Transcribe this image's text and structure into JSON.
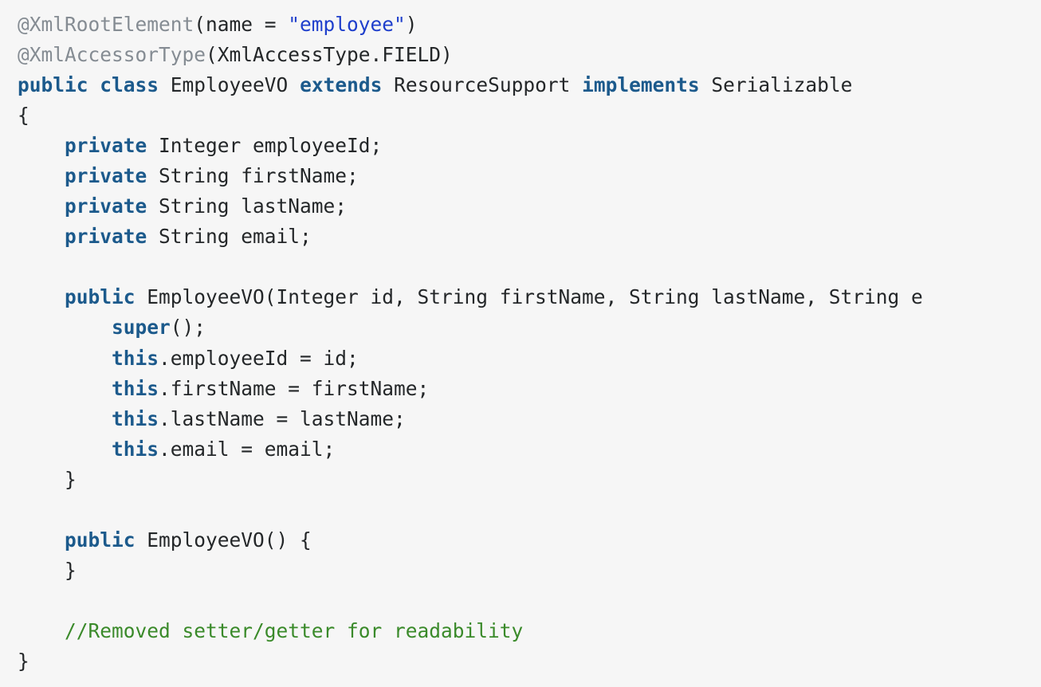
{
  "code": {
    "language": "java",
    "lines": [
      [
        {
          "t": "@XmlRootElement",
          "k": "ann"
        },
        {
          "t": "(name = ",
          "k": "plain"
        },
        {
          "t": "\"employee\"",
          "k": "str"
        },
        {
          "t": ")",
          "k": "plain"
        }
      ],
      [
        {
          "t": "@XmlAccessorType",
          "k": "ann"
        },
        {
          "t": "(XmlAccessType.FIELD)",
          "k": "plain"
        }
      ],
      [
        {
          "t": "public",
          "k": "kw"
        },
        {
          "t": " ",
          "k": "plain"
        },
        {
          "t": "class",
          "k": "kw"
        },
        {
          "t": " EmployeeVO ",
          "k": "plain"
        },
        {
          "t": "extends",
          "k": "kw"
        },
        {
          "t": " ResourceSupport ",
          "k": "plain"
        },
        {
          "t": "implements",
          "k": "kw"
        },
        {
          "t": " Serializable",
          "k": "plain"
        }
      ],
      [
        {
          "t": "{",
          "k": "plain"
        }
      ],
      [
        {
          "t": "    ",
          "k": "plain"
        },
        {
          "t": "private",
          "k": "kw"
        },
        {
          "t": " Integer employeeId;",
          "k": "plain"
        }
      ],
      [
        {
          "t": "    ",
          "k": "plain"
        },
        {
          "t": "private",
          "k": "kw"
        },
        {
          "t": " String firstName;",
          "k": "plain"
        }
      ],
      [
        {
          "t": "    ",
          "k": "plain"
        },
        {
          "t": "private",
          "k": "kw"
        },
        {
          "t": " String lastName;",
          "k": "plain"
        }
      ],
      [
        {
          "t": "    ",
          "k": "plain"
        },
        {
          "t": "private",
          "k": "kw"
        },
        {
          "t": " String email;",
          "k": "plain"
        }
      ],
      [],
      [
        {
          "t": "    ",
          "k": "plain"
        },
        {
          "t": "public",
          "k": "kw"
        },
        {
          "t": " EmployeeVO(Integer id, String firstName, String lastName, String e",
          "k": "plain"
        }
      ],
      [
        {
          "t": "        ",
          "k": "plain"
        },
        {
          "t": "super",
          "k": "kw"
        },
        {
          "t": "();",
          "k": "plain"
        }
      ],
      [
        {
          "t": "        ",
          "k": "plain"
        },
        {
          "t": "this",
          "k": "kw"
        },
        {
          "t": ".employeeId = id;",
          "k": "plain"
        }
      ],
      [
        {
          "t": "        ",
          "k": "plain"
        },
        {
          "t": "this",
          "k": "kw"
        },
        {
          "t": ".firstName = firstName;",
          "k": "plain"
        }
      ],
      [
        {
          "t": "        ",
          "k": "plain"
        },
        {
          "t": "this",
          "k": "kw"
        },
        {
          "t": ".lastName = lastName;",
          "k": "plain"
        }
      ],
      [
        {
          "t": "        ",
          "k": "plain"
        },
        {
          "t": "this",
          "k": "kw"
        },
        {
          "t": ".email = email;",
          "k": "plain"
        }
      ],
      [
        {
          "t": "    }",
          "k": "plain"
        }
      ],
      [],
      [
        {
          "t": "    ",
          "k": "plain"
        },
        {
          "t": "public",
          "k": "kw"
        },
        {
          "t": " EmployeeVO() {",
          "k": "plain"
        }
      ],
      [
        {
          "t": "    }",
          "k": "plain"
        }
      ],
      [],
      [
        {
          "t": "    ",
          "k": "plain"
        },
        {
          "t": "//Removed setter/getter for readability",
          "k": "cmt"
        }
      ],
      [
        {
          "t": "}",
          "k": "plain"
        }
      ]
    ]
  },
  "colors": {
    "background": "#f6f6f6",
    "keyword": "#1c5a8c",
    "annotation": "#858c93",
    "string": "#1f3fcc",
    "comment": "#3a8a2a",
    "text": "#242729"
  }
}
